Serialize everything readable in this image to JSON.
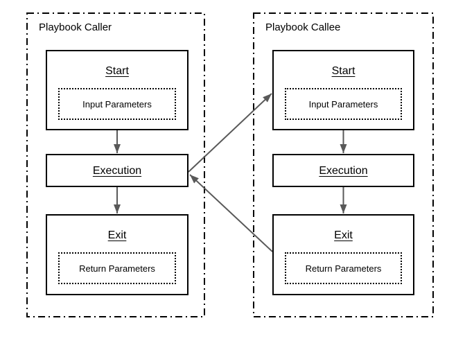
{
  "diagram": {
    "type": "flow-diagram",
    "background": "#ffffff",
    "box_border_color": "#000000",
    "arrow_color": "#595959",
    "caller": {
      "label": "Playbook Caller",
      "start_title": "Start",
      "start_param": "Input Parameters",
      "execution_title": "Execution",
      "exit_title": "Exit",
      "exit_param": "Return Parameters"
    },
    "callee": {
      "label": "Playbook Callee",
      "start_title": "Start",
      "start_param": "Input Parameters",
      "execution_title": "Execution",
      "exit_title": "Exit",
      "exit_param": "Return Parameters"
    },
    "connections": [
      {
        "from": "caller-start",
        "to": "caller-execution"
      },
      {
        "from": "caller-execution",
        "to": "caller-exit"
      },
      {
        "from": "callee-start",
        "to": "callee-execution"
      },
      {
        "from": "callee-execution",
        "to": "callee-exit"
      },
      {
        "from": "caller-execution",
        "to": "callee-start"
      },
      {
        "from": "callee-exit",
        "to": "caller-execution"
      }
    ]
  }
}
